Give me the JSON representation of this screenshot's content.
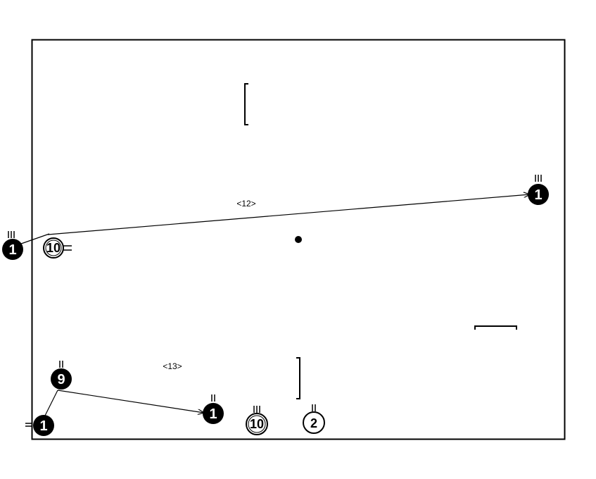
{
  "colors": {
    "ink": "#000000",
    "paper": "#ffffff"
  },
  "labels": {
    "top_edge": "<12>",
    "bottom_edge": "<13>"
  },
  "markers": {
    "m_left_mid": "1",
    "m_right": "1",
    "m_open_left": "10",
    "m_nine": "9",
    "m_bottom_left": "1",
    "m_bottom_mid": "1",
    "m_open_bottom_a": "10",
    "m_open_bottom_b": "2"
  }
}
